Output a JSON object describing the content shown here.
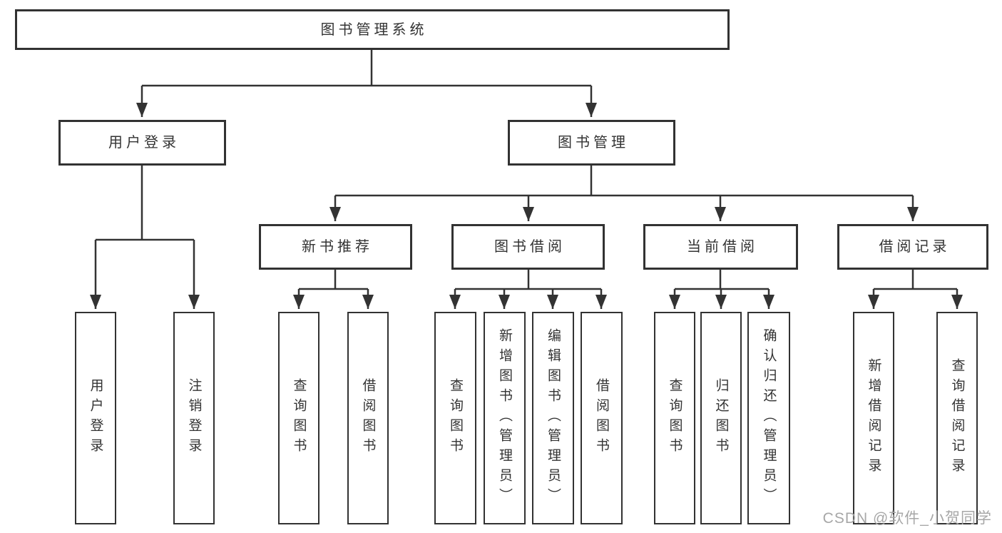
{
  "diagram_title": "图书管理系统",
  "tree": {
    "root": {
      "label": "图书管理系统"
    },
    "branches": [
      {
        "label": "用户登录",
        "children": [
          {
            "label": "用户登录"
          },
          {
            "label": "注销登录"
          }
        ]
      },
      {
        "label": "图书管理",
        "sections": [
          {
            "label": "新书推荐",
            "children": [
              {
                "label": "查询图书"
              },
              {
                "label": "借阅图书"
              }
            ]
          },
          {
            "label": "图书借阅",
            "children": [
              {
                "label": "查询图书"
              },
              {
                "label": "新增图书（管理员）"
              },
              {
                "label": "编辑图书（管理员）"
              },
              {
                "label": "借阅图书"
              }
            ]
          },
          {
            "label": "当前借阅",
            "children": [
              {
                "label": "查询图书"
              },
              {
                "label": "归还图书"
              },
              {
                "label": "确认归还（管理员）"
              }
            ]
          },
          {
            "label": "借阅记录",
            "children": [
              {
                "label": "新增借阅记录"
              },
              {
                "label": "查询借阅记录"
              }
            ]
          }
        ]
      }
    ]
  },
  "colors": {
    "line": "#333333",
    "text": "#333333",
    "box_background": "#ffffff",
    "watermark": "#a7a7a7"
  },
  "watermark": "CSDN @软件_小贺同学"
}
